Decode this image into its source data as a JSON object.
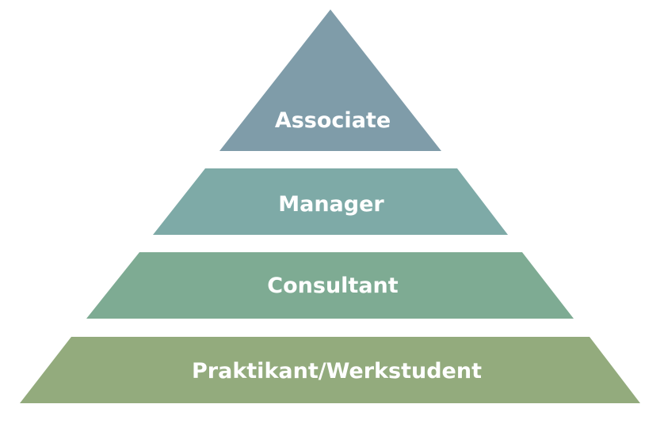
{
  "diagram": {
    "type": "pyramid",
    "tiers": [
      {
        "label": "Associate",
        "color": "#7f9ca9"
      },
      {
        "label": "Manager",
        "color": "#7eaaa7"
      },
      {
        "label": "Consultant",
        "color": "#7eab93"
      },
      {
        "label": "Praktikant/Werkstudent",
        "color": "#93ab7d"
      }
    ]
  }
}
